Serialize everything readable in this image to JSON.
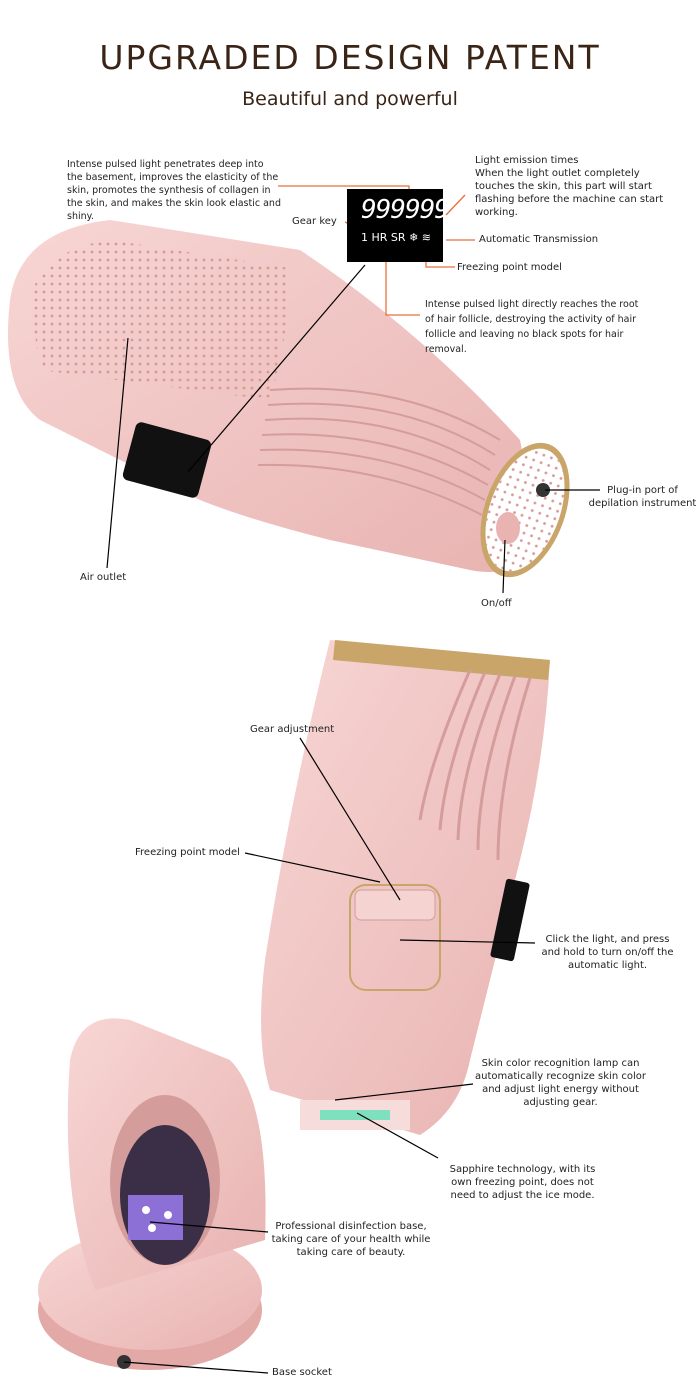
{
  "header": {
    "title": "UPGRADED DESIGN PATENT",
    "subtitle": "Beautiful and powerful"
  },
  "display": {
    "digits": "999999",
    "gear": "1",
    "hr": "HR",
    "sr": "SR",
    "snow": "❄",
    "auto": "≋"
  },
  "callouts": {
    "skin_elasticity": "Intense pulsed light penetrates deep into the basement, improves the elasticity of the skin, promotes the synthesis of collagen in the skin, and makes the skin look elastic and shiny.",
    "emission_title": "Light emission times",
    "emission_body": "When the light outlet completely touches the skin, this part will start flashing before the machine can start working.",
    "gear_key": "Gear key",
    "auto_transmission": "Automatic Transmission",
    "freezing_point_top": "Freezing point model",
    "hair_follicle": "Intense pulsed light directly reaches the root of hair follicle, destroying the activity of hair follicle and leaving no black spots for hair removal.",
    "plug_in": "Plug-in port of depilation instrument",
    "air_outlet": "Air outlet",
    "on_off": "On/off",
    "gear_adjustment": "Gear adjustment",
    "freezing_point_mid": "Freezing point model",
    "click_light": "Click the light, and press and hold to turn on/off the automatic light.",
    "skin_color": "Skin color recognition lamp can automatically recognize skin color and adjust light energy without adjusting gear.",
    "sapphire": "Sapphire technology, with its own freezing point, does not need to adjust the ice mode.",
    "disinfection": "Professional disinfection base, taking care of your health while taking care of beauty.",
    "base_socket": "Base socket"
  },
  "colors": {
    "pink": "#f2c6c4",
    "pink_dark": "#e3a9a7",
    "leader_orange": "#e8703a",
    "gold": "#c9a56a"
  }
}
